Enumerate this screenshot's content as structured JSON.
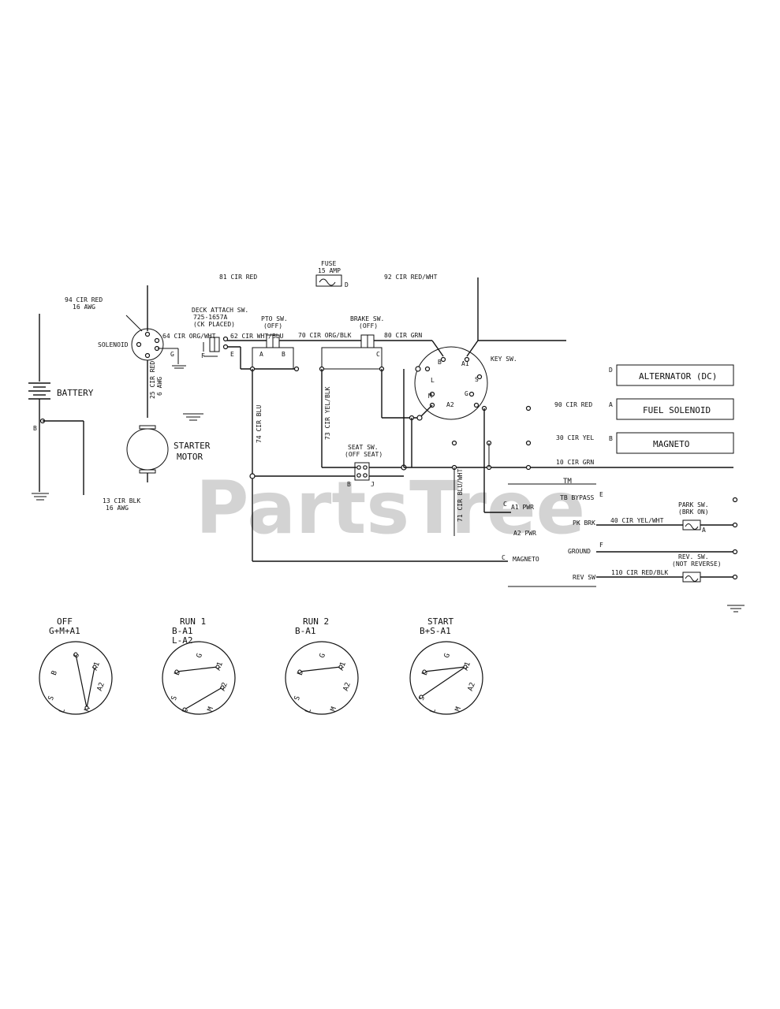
{
  "fuse": {
    "title": "FUSE",
    "rating": "15 AMP",
    "terminal": "D"
  },
  "wires": {
    "w81": "81 CIR RED",
    "w92": "92 CIR RED/WHT",
    "w94": "94 CIR RED",
    "w94b": "16 AWG",
    "w64": "64 CIR ORG/WHT",
    "w62": "62 CIR WHT/BLU",
    "w70": "70 CIR ORG/BLK",
    "w80": "80 CIR GRN",
    "w25a": "25 CIR RED",
    "w25b": "6 AWG",
    "w13a": "13 CIR BLK",
    "w13b": "16 AWG",
    "w74": "74 CIR BLU",
    "w73": "73 CIR YEL/BLK",
    "w71": "71 CIR BLU/WHT",
    "w90": "90 CIR RED",
    "w30": "30 CIR YEL",
    "w10": "10 CIR GRN",
    "w40": "40 CIR YEL/WHT",
    "w110": "110 CIR RED/BLK"
  },
  "components": {
    "solenoid": "SOLENOID",
    "battery": "BATTERY",
    "starter1": "STARTER",
    "starter2": "MOTOR",
    "deck1": "DECK ATTACH SW.",
    "deck2": "725-1657A",
    "deck3": "(CK PLACED)",
    "pto1": "PTO SW.",
    "pto2": "(OFF)",
    "brake1": "BRAKE SW.",
    "brake2": "(OFF)",
    "key": "KEY SW.",
    "seat1": "SEAT SW.",
    "seat2": "(OFF SEAT)",
    "park1": "PARK SW.",
    "park2": "(BRK ON)",
    "rev1": "REV. SW.",
    "rev2": "(NOT REVERSE)"
  },
  "boxes": {
    "alternator": "ALTERNATOR (DC)",
    "fuel": "FUEL SOLENOID",
    "magneto": "MAGNETO"
  },
  "connector": {
    "c1": "A1 PWR",
    "c2": "A2 PWR",
    "c3": "MAGNETO",
    "r1": "TB BYPASS",
    "r2": "PK BRK",
    "r3": "GROUND",
    "r4": "REV SW"
  },
  "letters": {
    "solG": "G",
    "batB": "B",
    "deckF": "F",
    "deckE": "E",
    "ptoA": "A",
    "ptoB": "B",
    "brakeC": "C",
    "keyB": "B",
    "keyA1": "A1",
    "keyS": "S",
    "keyG": "G",
    "keyL": "L",
    "keyM": "M",
    "keyA2": "A2",
    "seatB": "B",
    "seatJ": "J",
    "parkA": "A",
    "pinD": "D",
    "pinA": "A",
    "pinB": "B",
    "pinC": "C",
    "pinE": "E",
    "pinF": "F",
    "pinC2": "C"
  },
  "positions": [
    {
      "title": "OFF",
      "line2": "G+M+A1",
      "line3": ""
    },
    {
      "title": "RUN 1",
      "line2": "B-A1",
      "line3": "L-A2"
    },
    {
      "title": "RUN 2",
      "line2": "B-A1",
      "line3": ""
    },
    {
      "title": "START",
      "line2": "B+S-A1",
      "line3": ""
    }
  ],
  "dial_letters": {
    "g": "G",
    "a1": "A1",
    "b": "B",
    "s": "S",
    "a2": "A2",
    "l": "L",
    "m": "M"
  },
  "watermark": {
    "text": "PartsTree",
    "tm": "TM"
  }
}
